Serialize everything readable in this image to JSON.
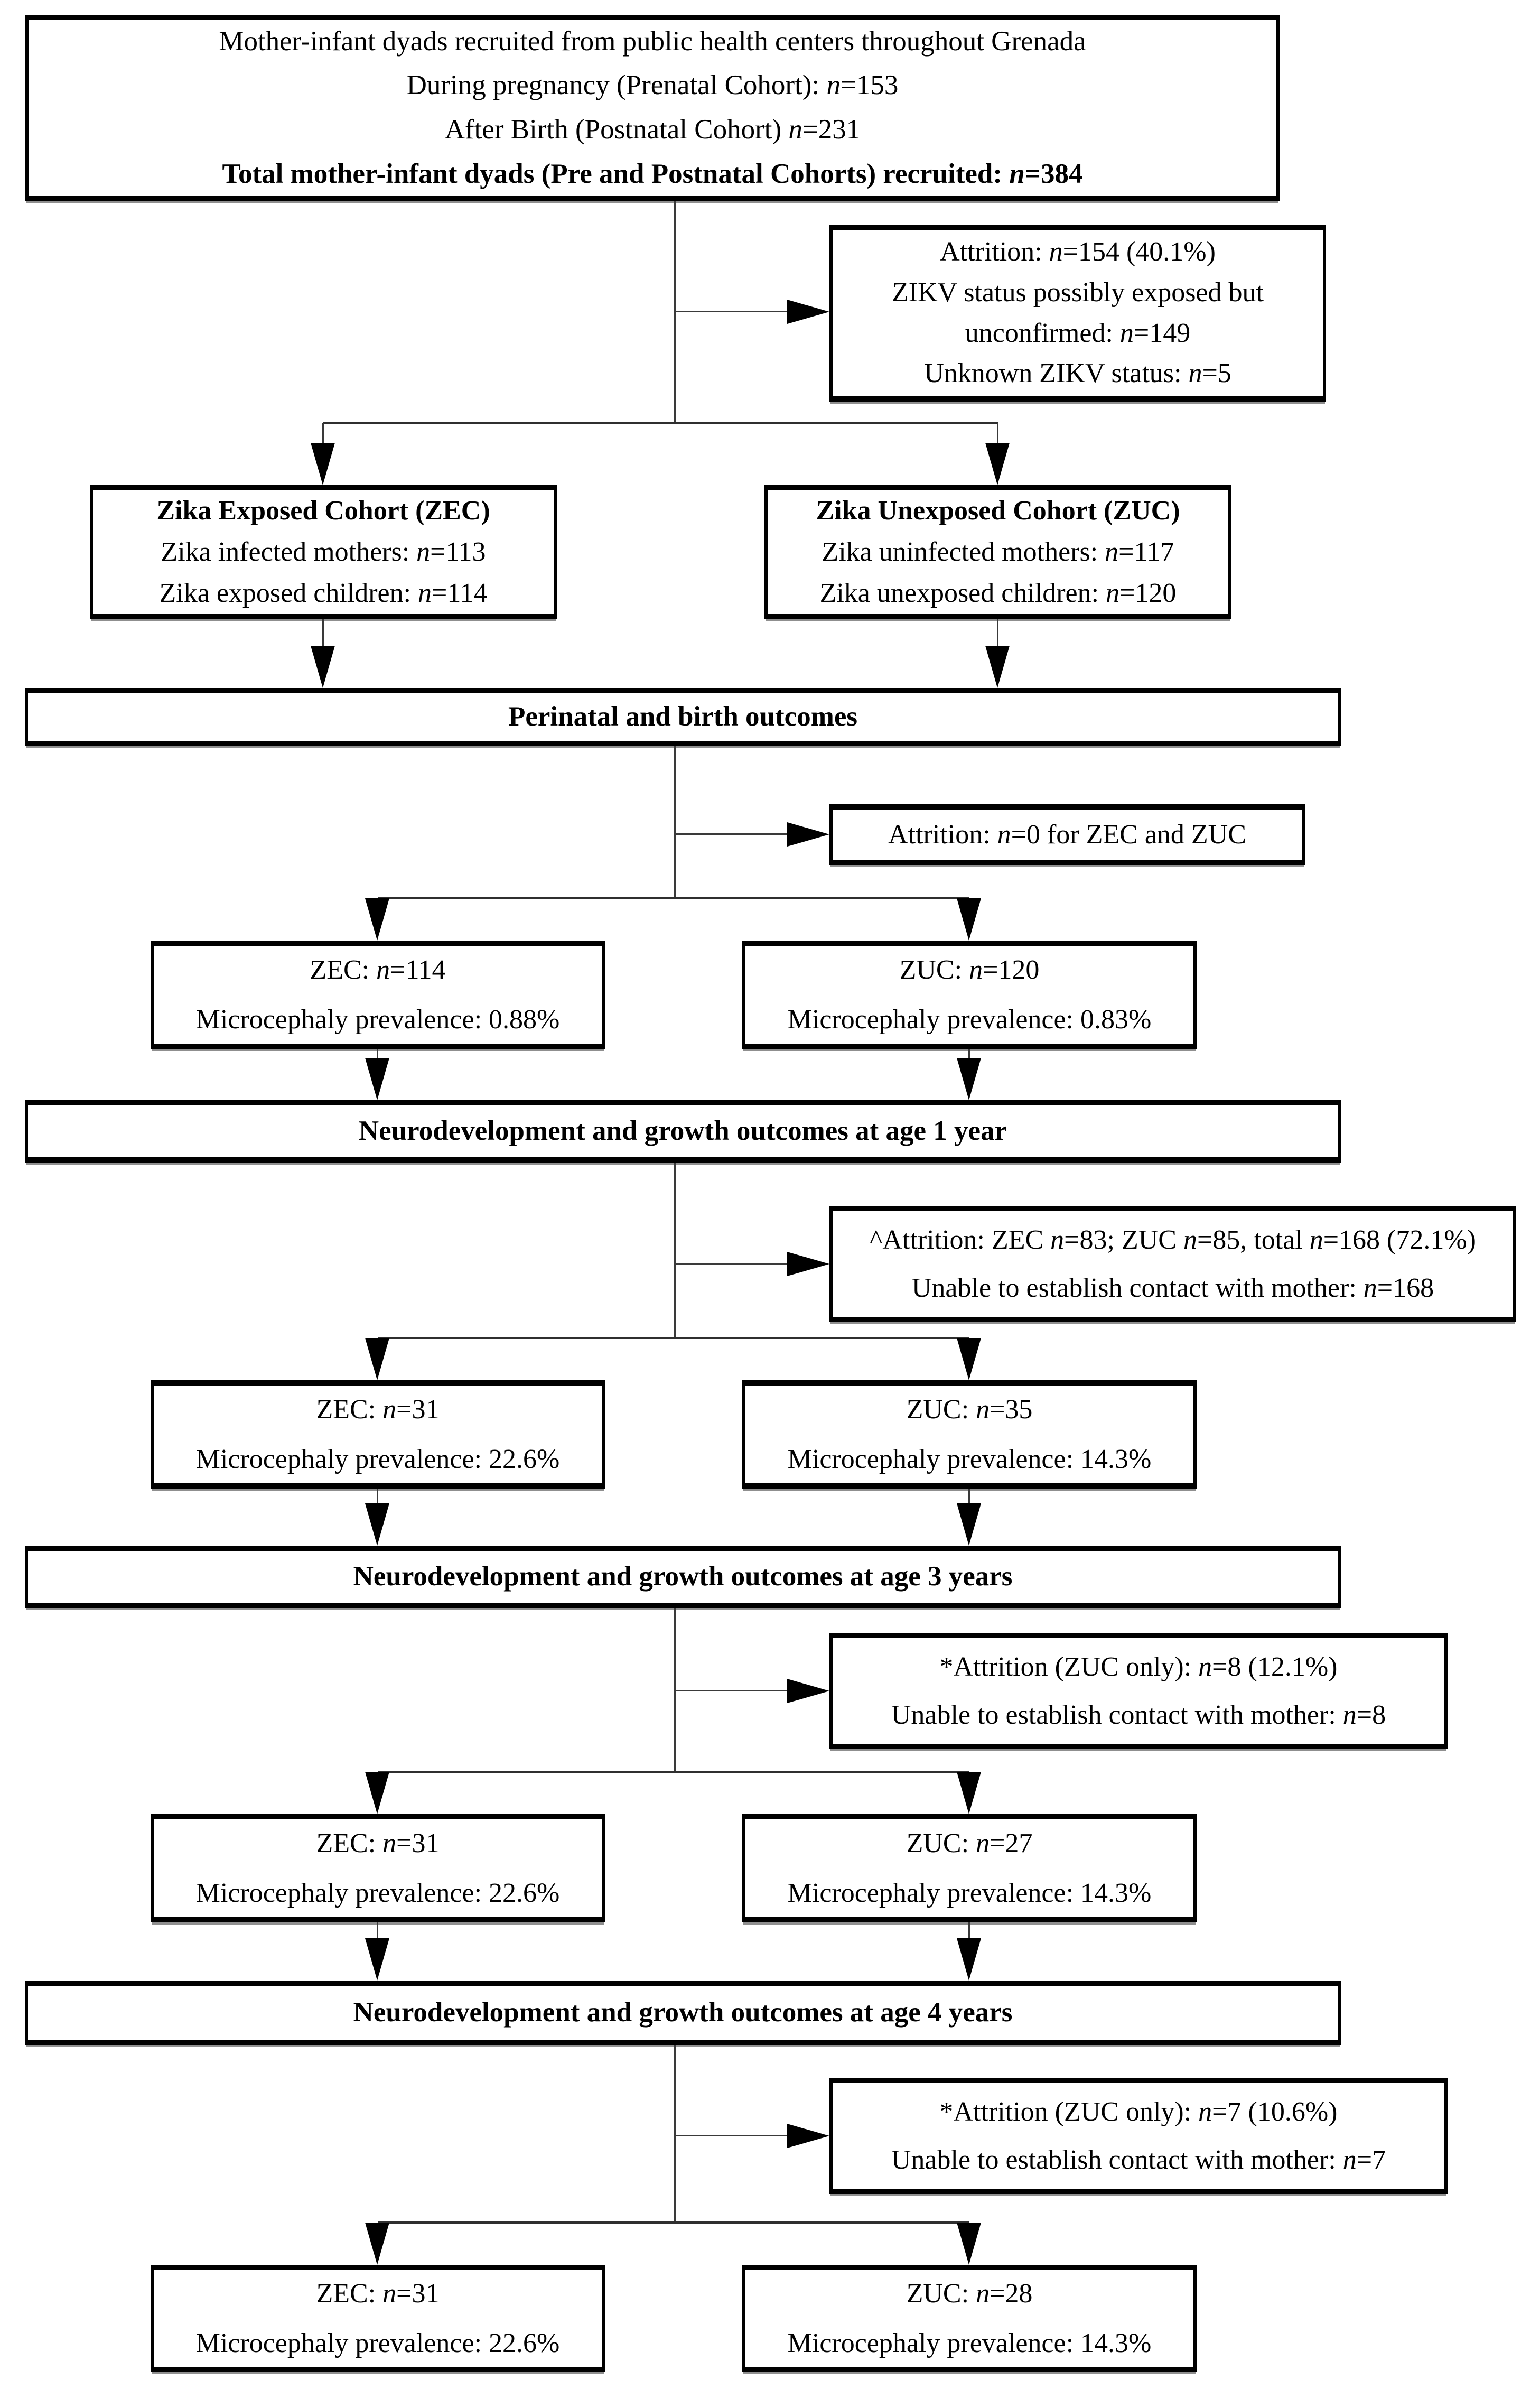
{
  "figure": {
    "type": "flow-diagram",
    "background": "#ffffff",
    "border_color": "#000000",
    "text_color": "#000000",
    "line_color": "#3a3a3a",
    "recruitment_box": {
      "lines": [
        "Mother-infant dyads recruited from public health centers throughout Grenada",
        "During pregnancy (Prenatal Cohort): n=153",
        "After Birth (Postnatal Cohort) n=231",
        "Total mother-infant dyads (Pre and Postnatal Cohorts) recruited: n=384"
      ]
    },
    "attrition_boxes": [
      {
        "lines": [
          "Attrition: n=154 (40.1%)",
          "ZIKV status possibly exposed but",
          "unconfirmed: n=149",
          "Unknown ZIKV status: n=5"
        ]
      },
      {
        "lines": [
          "Attrition: n=0 for ZEC and ZUC"
        ]
      },
      {
        "lines": [
          "^Attrition: ZEC n=83; ZUC n=85, total n=168 (72.1%)",
          "Unable to establish contact with mother: n=168"
        ]
      },
      {
        "lines": [
          "*Attrition (ZUC only): n=8 (12.1%)",
          "Unable to establish contact with mother: n=8"
        ]
      },
      {
        "lines": [
          "*Attrition (ZUC only): n=7 (10.6%)",
          "Unable to establish contact with mother: n=7"
        ]
      }
    ],
    "cohort_boxes": {
      "zec": {
        "title": "Zika Exposed Cohort (ZEC)",
        "lines": [
          "Zika infected mothers: n=113",
          "Zika exposed children: n=114"
        ]
      },
      "zuc": {
        "title": "Zika Unexposed Cohort (ZUC)",
        "lines": [
          "Zika uninfected mothers: n=117",
          "Zika unexposed children: n=120"
        ]
      }
    },
    "stage_bars": [
      "Perinatal and birth outcomes",
      "Neurodevelopment and growth outcomes at age 1 year",
      "Neurodevelopment and growth outcomes at age 3 years",
      "Neurodevelopment and growth outcomes at age 4 years"
    ],
    "outcome_rows": [
      {
        "zec": {
          "line1": "ZEC: n=114",
          "line2": "Microcephaly prevalence: 0.88%"
        },
        "zuc": {
          "line1": "ZUC: n=120",
          "line2": "Microcephaly prevalence: 0.83%"
        }
      },
      {
        "zec": {
          "line1": "ZEC: n=31",
          "line2": "Microcephaly prevalence: 22.6%"
        },
        "zuc": {
          "line1": "ZUC: n=35",
          "line2": "Microcephaly prevalence: 14.3%"
        }
      },
      {
        "zec": {
          "line1": "ZEC: n=31",
          "line2": "Microcephaly prevalence: 22.6%"
        },
        "zuc": {
          "line1": "ZUC: n=27",
          "line2": "Microcephaly prevalence: 14.3%"
        }
      },
      {
        "zec": {
          "line1": "ZEC: n=31",
          "line2": "Microcephaly prevalence: 22.6%"
        },
        "zuc": {
          "line1": "ZUC: n=28",
          "line2": "Microcephaly prevalence: 14.3%"
        }
      }
    ]
  }
}
